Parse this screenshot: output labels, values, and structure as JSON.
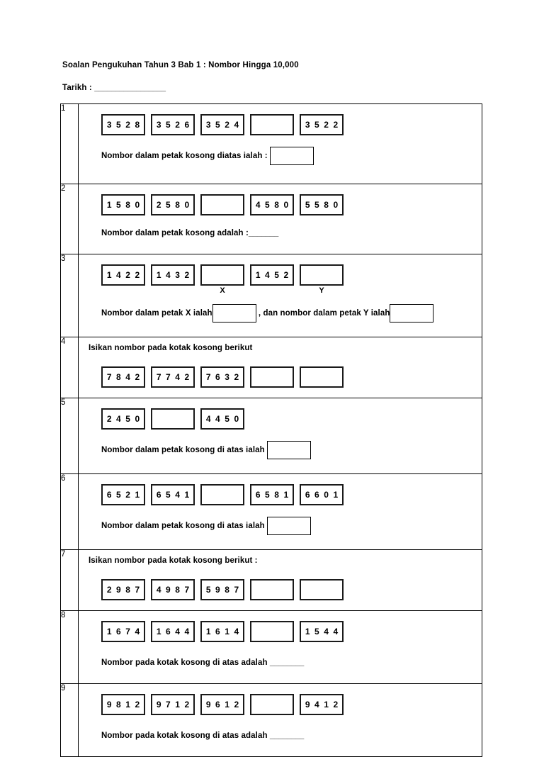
{
  "document": {
    "title": "Soalan Pengukuhan Tahun 3 Bab 1 : Nombor Hingga 10,000",
    "date_label": "Tarikh : ",
    "date_blank": "_________________"
  },
  "questions": [
    {
      "number": "1",
      "boxes": [
        "3 5 2 8",
        "3 5 2 6",
        "3 5 2 4",
        "",
        "3 5 2 2"
      ],
      "prompt_text": "Nombor dalam petak kosong diatas ialah : ",
      "answer_type": "box"
    },
    {
      "number": "2",
      "boxes": [
        "1 5 8 0",
        "2 5 8 0",
        "",
        "4 5 8 0",
        "5 5 8 0"
      ],
      "prompt_text": "Nombor dalam petak kosong adalah :",
      "prompt_blank": "_______",
      "answer_type": "blank"
    },
    {
      "number": "3",
      "boxes": [
        "1 4 2 2",
        "1 4 3 2",
        "",
        "1 4 5 2",
        ""
      ],
      "labels": [
        "",
        "",
        "X",
        "",
        "Y"
      ],
      "prompt_text": "Nombor dalam petak X ialah",
      "prompt_text_2": " , dan nombor dalam petak Y ialah",
      "answer_type": "double-box"
    },
    {
      "number": "4",
      "instruction": "Isikan nombor pada kotak kosong berikut",
      "boxes": [
        "7 8 4 2",
        "7 7 4 2",
        "7 6 3 2",
        "",
        ""
      ],
      "answer_type": "none"
    },
    {
      "number": "5",
      "boxes": [
        "2 4 5 0",
        "",
        "4 4 5 0"
      ],
      "prompt_text": "Nombor dalam petak kosong di atas ialah ",
      "answer_type": "box"
    },
    {
      "number": "6",
      "boxes": [
        "6 5 2 1",
        "6 5 4 1",
        "",
        "6 5 8 1",
        "6 6 0 1"
      ],
      "prompt_text": "Nombor dalam petak kosong di atas ialah ",
      "answer_type": "box"
    },
    {
      "number": "7",
      "instruction": "Isikan nombor pada kotak kosong berikut :",
      "boxes": [
        "2 9 8 7",
        "4 9 8 7",
        "5 9 8 7",
        "",
        ""
      ],
      "answer_type": "none"
    },
    {
      "number": "8",
      "boxes": [
        "1 6 7 4",
        "1 6 4 4",
        "1 6 1 4",
        "",
        "1 5 4 4"
      ],
      "prompt_text": "Nombor pada kotak kosong di atas adalah ",
      "prompt_blank": "________",
      "answer_type": "blank"
    },
    {
      "number": "9",
      "boxes": [
        "9 8 1 2",
        "9 7 1 2",
        "9 6 1 2",
        "",
        "9 4 1 2"
      ],
      "prompt_text": "Nombor pada kotak kosong di atas adalah ",
      "prompt_blank": "________",
      "answer_type": "blank"
    }
  ]
}
